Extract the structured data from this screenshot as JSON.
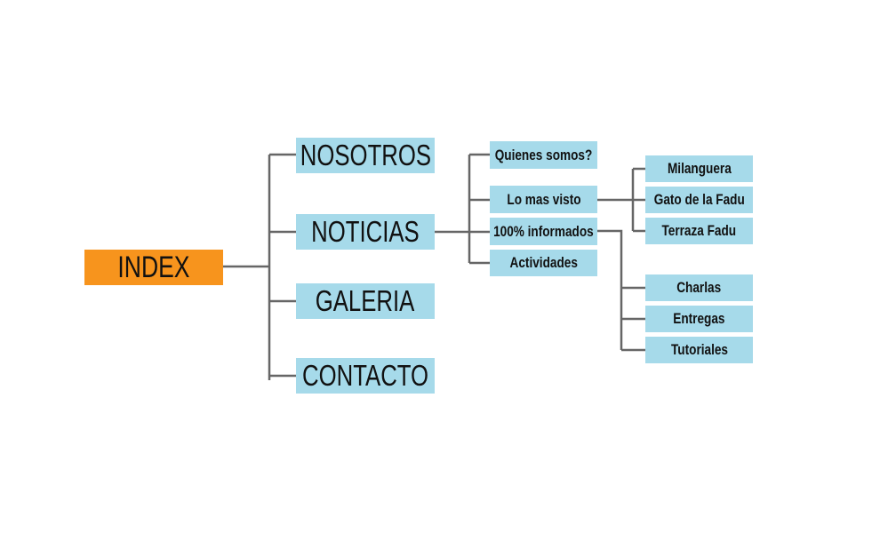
{
  "colors": {
    "root": "#F7941D",
    "node": "#A6DAEA",
    "line": "#666666"
  },
  "root": {
    "label": "INDEX"
  },
  "level1": [
    {
      "label": "NOSOTROS"
    },
    {
      "label": "NOTICIAS"
    },
    {
      "label": "GALERIA"
    },
    {
      "label": "CONTACTO"
    }
  ],
  "noticias_children": [
    {
      "label": "Quienes somos?"
    },
    {
      "label": "Lo mas visto"
    },
    {
      "label": "100% informados"
    },
    {
      "label": "Actividades"
    }
  ],
  "lo_mas_visto_children": [
    {
      "label": "Milanguera"
    },
    {
      "label": "Gato de la Fadu"
    },
    {
      "label": "Terraza Fadu"
    }
  ],
  "informados_children": [
    {
      "label": "Charlas"
    },
    {
      "label": "Entregas"
    },
    {
      "label": "Tutoriales"
    }
  ]
}
